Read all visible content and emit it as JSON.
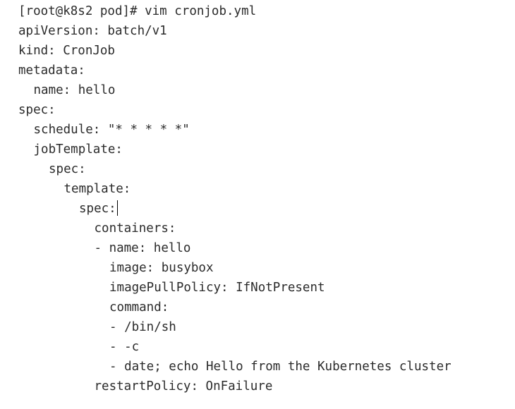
{
  "terminal": {
    "lines": [
      "[root@k8s2 pod]# vim cronjob.yml",
      "apiVersion: batch/v1",
      "kind: CronJob",
      "metadata:",
      "name: hello",
      "spec:",
      "schedule: \"* * * * *\"",
      "jobTemplate:",
      "spec:",
      "template:",
      "spec:",
      "containers:",
      "- name: hello",
      "image: busybox",
      "imagePullPolicy: IfNotPresent",
      "command:",
      "- /bin/sh",
      "- -c",
      "- date; echo Hello from the Kubernetes cluster",
      "restartPolicy: OnFailure"
    ]
  }
}
